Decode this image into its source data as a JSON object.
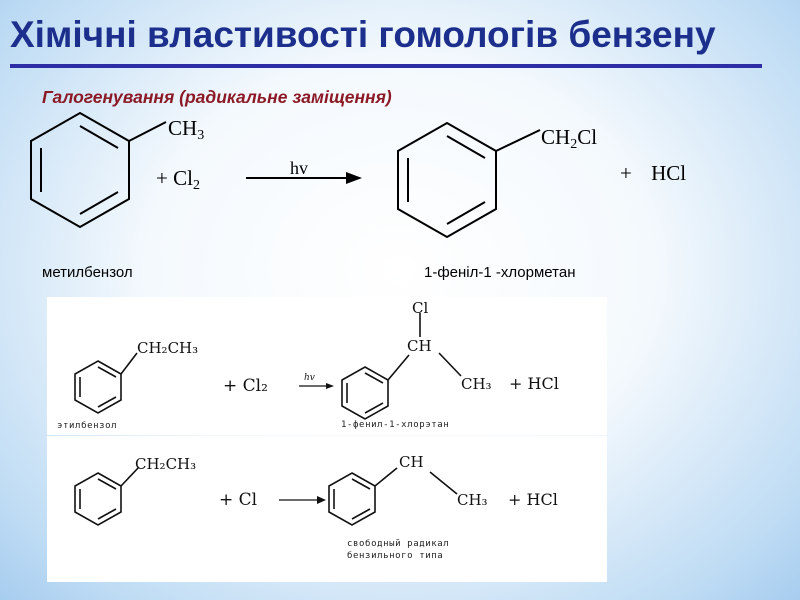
{
  "slide": {
    "title": "Хімічні властивості гомологів бензену",
    "subtitle": "Галогенування (радикальне заміщення)"
  },
  "reaction1": {
    "reactant_group_main": "CH",
    "reactant_group_sub": "3",
    "reagent_prefix": "+ Cl",
    "reagent_sub": "2",
    "condition": "hv",
    "product_group_main": "CH",
    "product_group_sub": "2",
    "product_group_tail": "Cl",
    "byproduct": "+ HCl",
    "reactant_name": "метилбензол",
    "product_name": "1-феніл-1 -хлорметан"
  },
  "reaction2": {
    "reactant_group": "CH₂CH₃",
    "reagent": "+ Cl₂",
    "condition": "hv",
    "product_top": "Cl",
    "product_mid": "CH",
    "product_branch": "CH₃",
    "byproduct": "+ HCl",
    "reactant_name": "этилбензол",
    "product_name": "1-фенил-1-хлорэтан"
  },
  "reaction3": {
    "reactant_group": "CH₂CH₃",
    "reagent": "+ Cl",
    "product_mid": "CH",
    "product_branch": "CH₃",
    "byproduct": "+ HCl",
    "product_name_line1": "свободный радикал",
    "product_name_line2": "бензильного типа"
  },
  "colors": {
    "title": "#1d2f8c",
    "title_rule": "#2d2da6",
    "subtitle": "#8c1a26",
    "background_edge": "#a7cdef"
  }
}
